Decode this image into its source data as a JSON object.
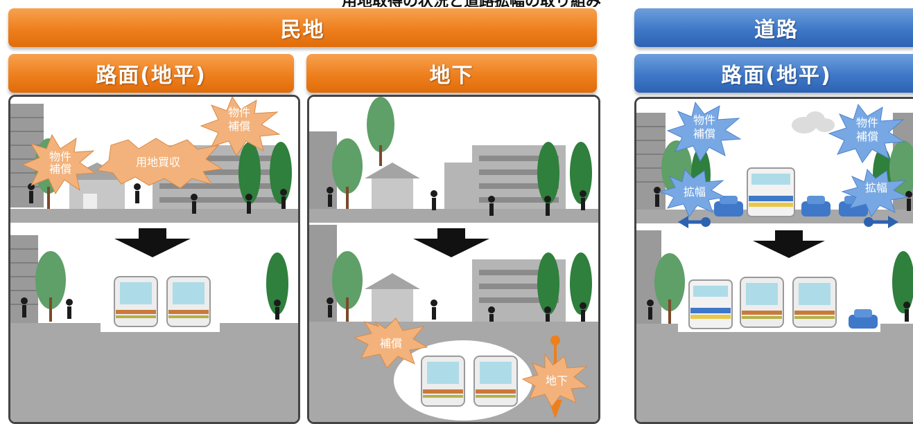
{
  "title": "用地取得の状況と道路拡幅の取り組み",
  "headers": {
    "private_land": "民地",
    "road": "道路",
    "at_grade": "路面(地平)",
    "underground": "地下",
    "road_at_grade": "路面(地平)"
  },
  "labels": {
    "property_comp": "物件\n補償",
    "land_acquisition": "用地買収",
    "compensation": "補償",
    "underground_label": "地下",
    "widening": "拡幅"
  },
  "colors": {
    "orange": "#ee7f1d",
    "blue": "#3f78c8",
    "burst_orange": "#f3b27b",
    "burst_blue": "#78a8e4"
  }
}
